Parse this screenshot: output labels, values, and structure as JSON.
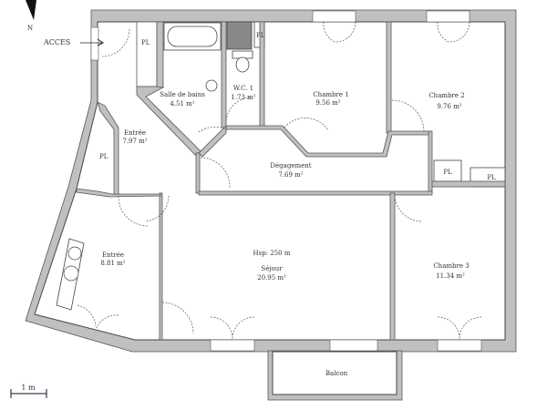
{
  "plan": {
    "north_label": "N",
    "access_label": "ACCES",
    "scale_label": "1 m",
    "height_note": "Hsp: 250 m",
    "rooms": [
      {
        "name": "Salle de bains",
        "area": "4.51 m²"
      },
      {
        "name": "W.C. 1",
        "area": "1.73 m²"
      },
      {
        "name": "Chambre 1",
        "area": "9.56 m²"
      },
      {
        "name": "Chambre 2",
        "area": "9.76 m²"
      },
      {
        "name": "Entrée",
        "area": "7.97 m²"
      },
      {
        "name": "Dégagement",
        "area": "7.69 m²"
      },
      {
        "name": "Entrée",
        "area": "8.81 m²"
      },
      {
        "name": "Séjour",
        "area": "20.95 m²"
      },
      {
        "name": "Chambre 3",
        "area": "11.34 m²"
      },
      {
        "name": "Balcon",
        "area": ""
      }
    ],
    "closets": [
      "PL",
      "PL",
      "PL",
      "PL",
      "PL"
    ],
    "colors": {
      "wall": "#c0c0c0",
      "line": "#444444"
    }
  }
}
